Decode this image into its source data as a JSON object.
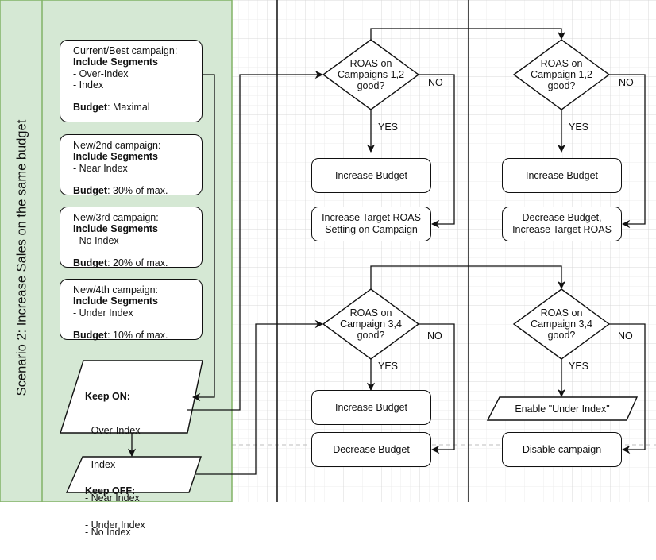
{
  "sidebar": {
    "title": "Scenario 2: Increase Sales on the same budget"
  },
  "campaigns": [
    {
      "header": "Current/Best campaign:",
      "segments_label": "Include Segments",
      "segments": [
        "- Over-Index",
        "- Index"
      ],
      "budget_label": "Budget",
      "budget_value": ": Maximal"
    },
    {
      "header": "New/2nd campaign:",
      "segments_label": "Include Segments",
      "segments": [
        "- Near Index"
      ],
      "budget_label": "Budget",
      "budget_value": ": 30% of max."
    },
    {
      "header": "New/3rd campaign:",
      "segments_label": "Include Segments",
      "segments": [
        "- No Index"
      ],
      "budget_label": "Budget",
      "budget_value": ": 20% of max."
    },
    {
      "header": "New/4th campaign:",
      "segments_label": "Include Segments",
      "segments": [
        "- Under Index"
      ],
      "budget_label": "Budget",
      "budget_value": ": 10% of max."
    }
  ],
  "keep_on": {
    "title": "Keep ON:",
    "items": [
      "- Over-Index",
      "- Index",
      "- Near Index",
      "- No Index"
    ]
  },
  "keep_off": {
    "title": "Keep OFF:",
    "items": [
      "- Under Index"
    ]
  },
  "flow": {
    "yes_label": "YES",
    "no_label": "NO",
    "top_left": {
      "decision": [
        "ROAS on",
        "Campaigns 1,2",
        "good?"
      ],
      "yes_action": "Increase Budget",
      "no_action": [
        "Increase Target ROAS",
        "Setting on Campaign"
      ]
    },
    "top_right": {
      "decision": [
        "ROAS on",
        "Campaign 1,2",
        "good?"
      ],
      "yes_action": "Increase Budget",
      "no_action": [
        "Decrease Budget,",
        "Increase Target ROAS"
      ]
    },
    "bottom_left": {
      "decision": [
        "ROAS on",
        "Campaign 3,4",
        "good?"
      ],
      "yes_action": "Increase Budget",
      "no_action": "Decrease Budget"
    },
    "bottom_right": {
      "decision": [
        "ROAS on",
        "Campaign 3,4",
        "good?"
      ],
      "yes_action": "Enable \"Under Index\"",
      "no_action": "Disable campaign"
    }
  },
  "colors": {
    "sidebar_fill": "#d5e8d4",
    "sidebar_border": "#82b366",
    "grid_minor": "#ececec",
    "grid_major": "#d9d9d9",
    "line": "#111111"
  }
}
